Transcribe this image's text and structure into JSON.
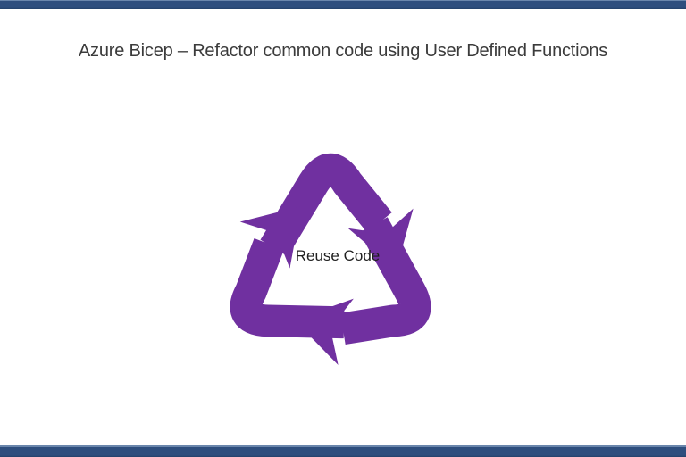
{
  "slide": {
    "title": "Azure Bicep – Refactor common code using User Defined Functions"
  },
  "diagram": {
    "type": "recycle-cycle",
    "center_label": "Reuse Code",
    "arrow_count": 3,
    "flow_direction": "clockwise"
  },
  "colors": {
    "arrow_purple": "#7030A0",
    "bar_navy": "#2E4E7E",
    "bar_navy_light": "#6A86AC",
    "bar_navy_dark": "#23406A",
    "title_text": "#3B3B3B",
    "label_text": "#1F1F1F",
    "background": "#FFFFFF"
  }
}
